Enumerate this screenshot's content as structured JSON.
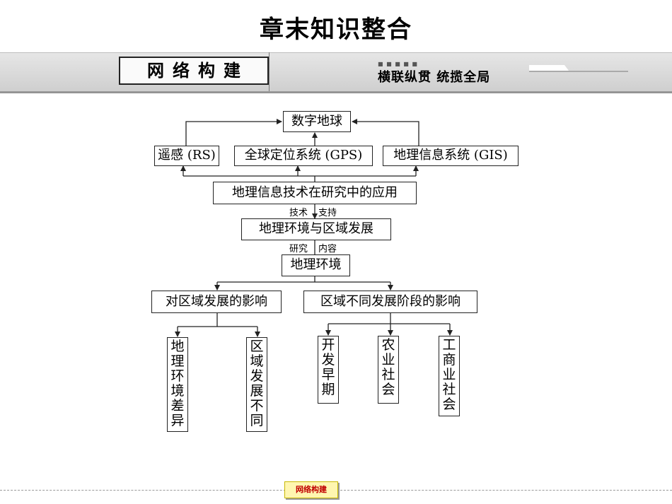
{
  "title": "章末知识整合",
  "banner": {
    "left_label": "网络构建",
    "right_label": "横联纵贯  统揽全局"
  },
  "diagram": {
    "digital_earth": "数字地球",
    "rs": "遥感 (RS)",
    "gps": "全球定位系统 (GPS)",
    "gis": "地理信息系统 (GIS)",
    "geo_info_tech": "地理信息技术在研究中的应用",
    "label_tech": "技术",
    "label_support": "支持",
    "env_and_dev": "地理环境与区域发展",
    "label_research": "研究",
    "label_content": "内容",
    "geo_env": "地理环境",
    "impact_regional": "对区域发展的影响",
    "impact_stages": "区域不同发展阶段的影响",
    "leaf_env_diff": "地理环境差异",
    "leaf_dev_diff": "区域发展不同",
    "leaf_early": "开发早期",
    "leaf_agri": "农业社会",
    "leaf_industry": "工商业社会"
  },
  "footer": {
    "tab_label": "网络构建"
  }
}
